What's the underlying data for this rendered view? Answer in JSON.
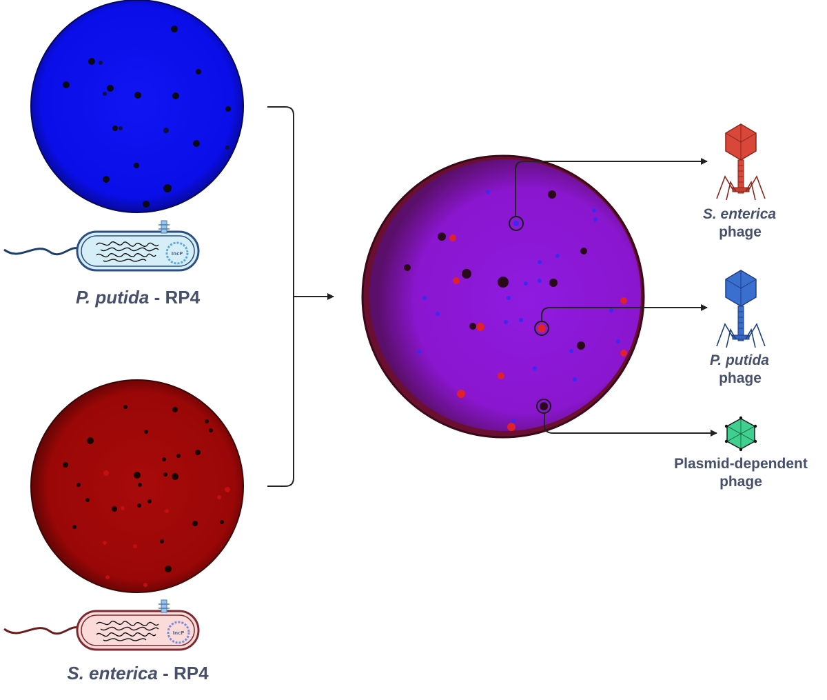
{
  "colors": {
    "blue_plate": "#0a0ef0",
    "red_plate": "#a00808",
    "mixed_plate": "#8d18d6",
    "s_enterica_phage": "#d9473a",
    "p_putida_phage": "#3a6fd0",
    "plasmid_phage": "#3fd08f",
    "label": "#46506a",
    "connector": "#222222"
  },
  "left": {
    "top_bacterium": {
      "label_italic": "P. putida",
      "label_rest": " - RP4",
      "plasmid_label": "IncP"
    },
    "bottom_bacterium": {
      "label_italic": "S. enterica",
      "label_rest": " - RP4",
      "plasmid_label": "IncP"
    }
  },
  "phages": [
    {
      "line1": "S. enterica",
      "line1_italic": true,
      "line2": "phage",
      "icon": "red-tailed-phage-icon"
    },
    {
      "line1": "P. putida",
      "line1_italic": true,
      "line2": "phage",
      "icon": "blue-tailed-phage-icon"
    },
    {
      "line1": "Plasmid-dependent",
      "line1_italic": false,
      "line2": "phage",
      "icon": "green-plasmid-phage-icon"
    }
  ]
}
